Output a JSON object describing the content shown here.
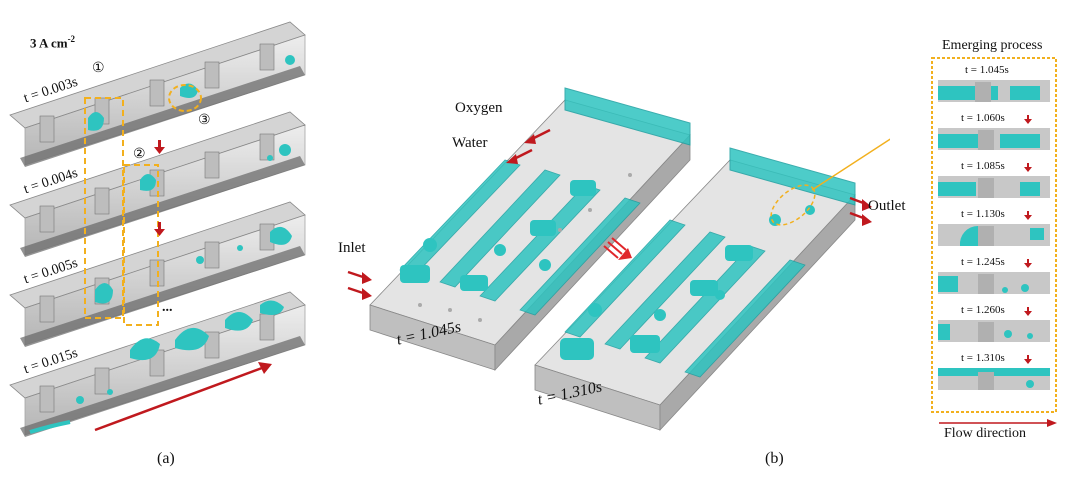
{
  "panel_a": {
    "current_density": "3 A cm",
    "current_density_exp": "-2",
    "times": [
      "t = 0.003s",
      "t = 0.004s",
      "t = 0.005s",
      "t = 0.015s"
    ],
    "markers": [
      "①",
      "②",
      "③"
    ],
    "ellipsis": "...",
    "caption": "(a)"
  },
  "panel_b": {
    "labels": {
      "oxygen": "Oxygen",
      "water": "Water",
      "inlet": "Inlet",
      "outlet": "Outlet"
    },
    "time_left": "t = 1.045s",
    "time_right": "t = 1.310s",
    "caption": "(b)"
  },
  "emerging": {
    "title": "Emerging process",
    "times": [
      "t = 1.045s",
      "t = 1.060s",
      "t = 1.085s",
      "t = 1.130s",
      "t = 1.245s",
      "t = 1.260s",
      "t = 1.310s"
    ],
    "flow_label": "Flow direction"
  },
  "colors": {
    "water_cyan": "#2ec4c0",
    "water_dark": "#1a9fa0",
    "wall_gray": "#c8c8c8",
    "arrow_red": "#c0191e",
    "dash_orange": "#f2b01e"
  }
}
